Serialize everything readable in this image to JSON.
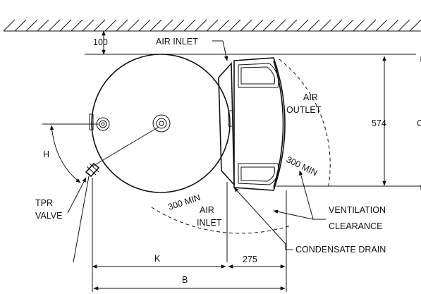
{
  "labels": {
    "air_inlet_top": "AIR INLET",
    "air_outlet": [
      "AIR",
      "OUTLET"
    ],
    "air_inlet_bottom": [
      "AIR",
      "INLET"
    ],
    "tpr_valve": [
      "TPR",
      "VALVE"
    ],
    "ventilation_clearance": [
      "VENTILATION",
      "CLEARANCE"
    ],
    "condensate_drain": "CONDENSATE DRAIN",
    "dim_h": "H",
    "dim_k": "K",
    "dim_b": "B",
    "dim_c": "C",
    "dim_100": "100",
    "dim_574": "574",
    "dim_275": "275",
    "clearance_right": "300 MIN",
    "clearance_bottom": "300 MIN"
  }
}
